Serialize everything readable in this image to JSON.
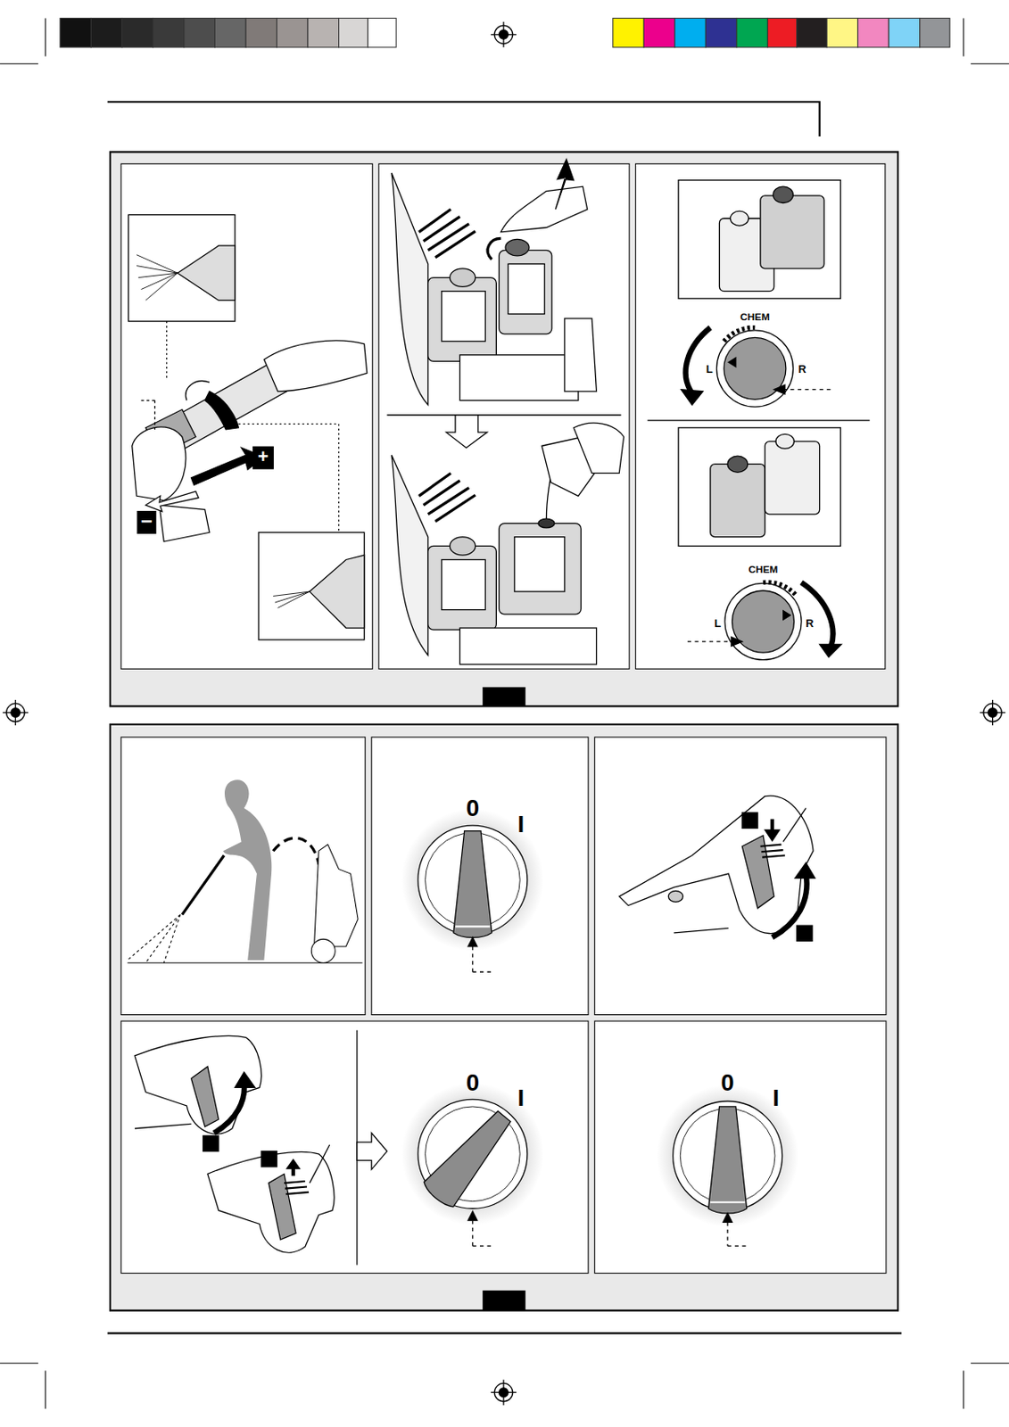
{
  "diagram": {
    "labels": [
      "+",
      "−",
      "CHEM",
      "L",
      "R",
      "CHEM",
      "L",
      "R",
      "0",
      "I",
      "0",
      "I",
      "0",
      "I"
    ]
  }
}
